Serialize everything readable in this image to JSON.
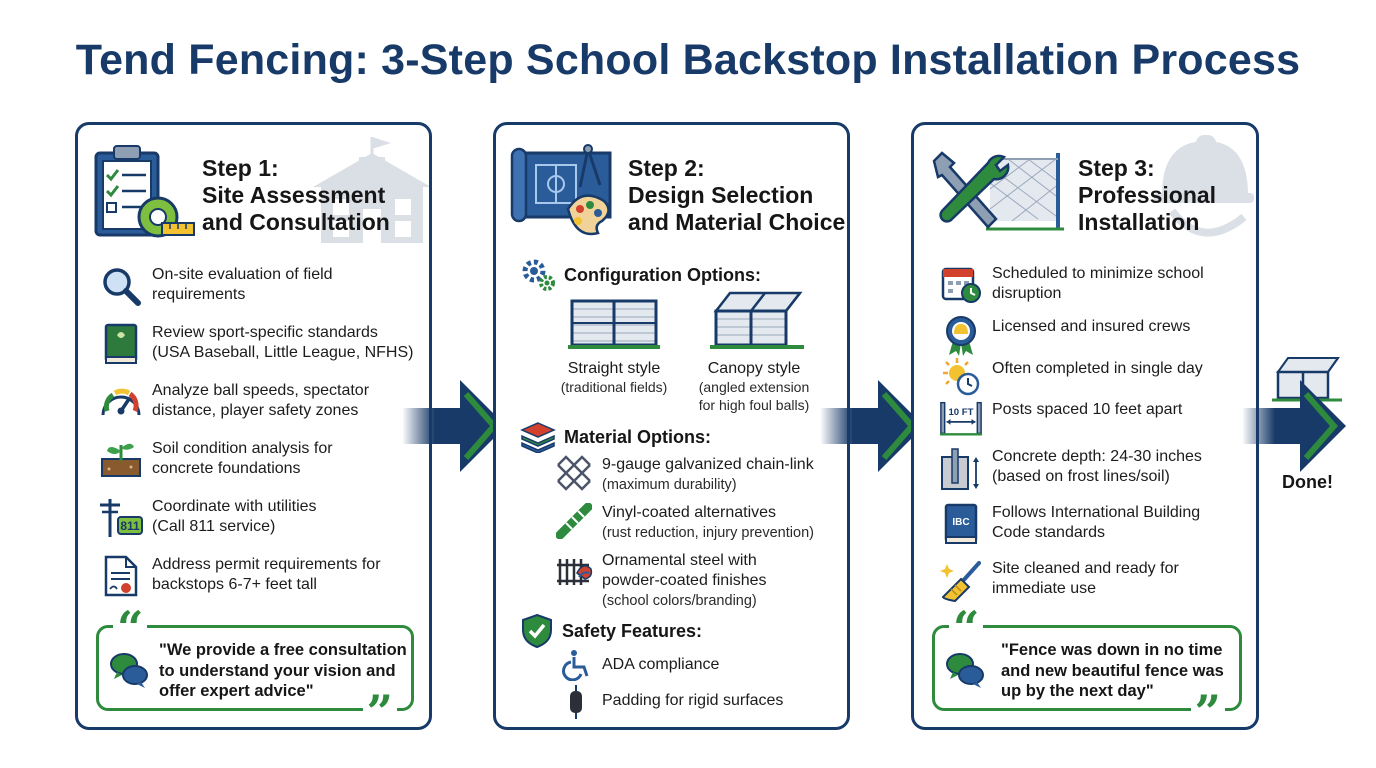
{
  "title": "Tend Fencing: 3-Step School Backstop Installation Process",
  "colors": {
    "navy": "#173a68",
    "green": "#2e8b3e"
  },
  "done_label": "Done!",
  "step1": {
    "title_line1": "Step 1:",
    "title_line2": "Site Assessment",
    "title_line3": "and Consultation",
    "items": [
      {
        "icon": "magnifier-icon",
        "line1": "On-site evaluation of field",
        "line2": "requirements"
      },
      {
        "icon": "rulebook-icon",
        "line1": "Review sport-specific standards",
        "line2": "(USA Baseball, Little League, NFHS)"
      },
      {
        "icon": "speedometer-icon",
        "line1": "Analyze ball speeds, spectator",
        "line2": "distance, player safety zones"
      },
      {
        "icon": "sprout-soil-icon",
        "line1": "Soil condition analysis for",
        "line2": "concrete foundations"
      },
      {
        "icon": "utility-pole-icon",
        "line1": "Coordinate with utilities",
        "line2": "(Call 811 service)"
      },
      {
        "icon": "permit-document-icon",
        "line1": "Address permit requirements for",
        "line2": "backstops 6-7+ feet tall"
      }
    ],
    "quote_line1": "\"We provide a free consultation",
    "quote_line2": "to understand your vision and",
    "quote_line3": "offer expert advice\"",
    "badge_811": "811"
  },
  "step2": {
    "title_line1": "Step 2:",
    "title_line2": "Design Selection",
    "title_line3": "and Material Choice",
    "config_title": "Configuration Options:",
    "straight_label": "Straight style",
    "straight_sub": "(traditional fields)",
    "canopy_label": "Canopy style",
    "canopy_sub1": "(angled extension",
    "canopy_sub2": "for high foul balls)",
    "material_title": "Material Options:",
    "materials": [
      {
        "icon": "chain-link-icon",
        "line1": "9-gauge galvanized chain-link",
        "line2": "(maximum durability)"
      },
      {
        "icon": "vinyl-coated-icon",
        "line1": "Vinyl-coated alternatives",
        "line2": "(rust reduction, injury prevention)"
      },
      {
        "icon": "ornamental-steel-icon",
        "line1": "Ornamental steel with",
        "line2": "powder-coated finishes",
        "line3": "(school colors/branding)"
      }
    ],
    "safety_title": "Safety Features:",
    "safety": [
      {
        "icon": "wheelchair-icon",
        "label": "ADA compliance"
      },
      {
        "icon": "padding-icon",
        "label": "Padding for rigid surfaces"
      }
    ]
  },
  "step3": {
    "title_line1": "Step 3:",
    "title_line2": "Professional",
    "title_line3": "Installation",
    "items": [
      {
        "icon": "calendar-clock-icon",
        "line1": "Scheduled to minimize school",
        "line2": "disruption"
      },
      {
        "icon": "certified-badge-icon",
        "line1": "Licensed and insured crews",
        "line2": ""
      },
      {
        "icon": "sun-clock-icon",
        "line1": "Often completed in single day",
        "line2": ""
      },
      {
        "icon": "post-spacing-icon",
        "line1": "Posts spaced 10 feet apart",
        "line2": ""
      },
      {
        "icon": "concrete-depth-icon",
        "line1": "Concrete depth: 24-30 inches",
        "line2": "(based on frost lines/soil)"
      },
      {
        "icon": "ibc-book-icon",
        "line1": "Follows International Building",
        "line2": "Code standards"
      },
      {
        "icon": "broom-icon",
        "line1": "Site cleaned and ready for",
        "line2": "immediate use"
      }
    ],
    "spacing_label": "10 FT",
    "ibc_label": "IBC",
    "quote_line1": "\"Fence was down in no time",
    "quote_line2": "and new beautiful fence was",
    "quote_line3": "up by the next day\""
  }
}
